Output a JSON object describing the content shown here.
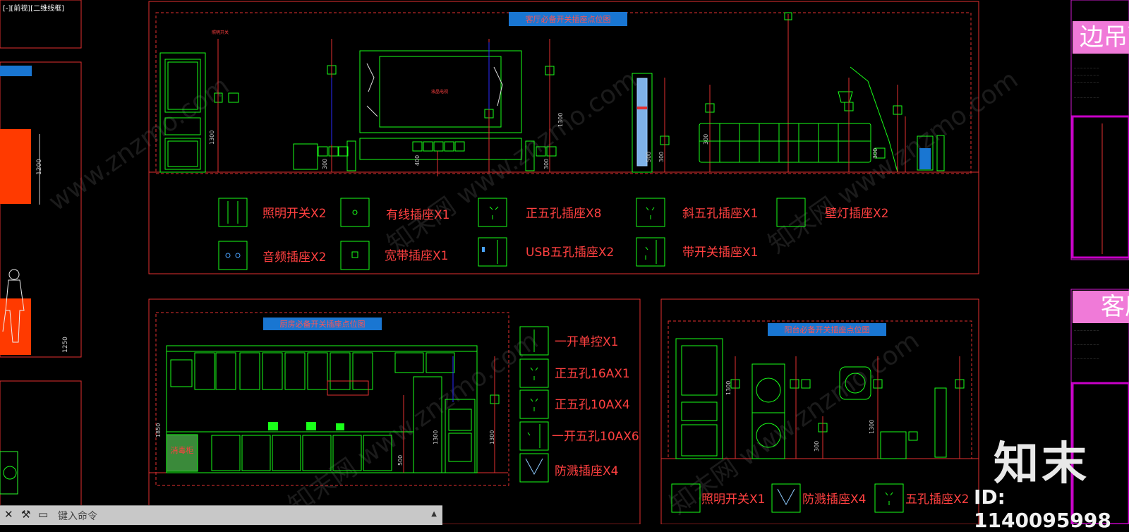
{
  "viewport_label": "[-][前视][二维线框]",
  "panels": {
    "living": {
      "title": "客厅必备开关插座点位图",
      "door_switch": "照明开关",
      "dims": [
        "1300",
        "300",
        "400",
        "300",
        "1300",
        "300",
        "500",
        "300",
        "300"
      ],
      "legend": [
        {
          "label": "照明开关X2",
          "icon": "switch-2gang-icon"
        },
        {
          "label": "有线插座X1",
          "icon": "tv-socket-icon"
        },
        {
          "label": "正五孔插座X8",
          "icon": "five-hole-socket-icon"
        },
        {
          "label": "斜五孔插座X1",
          "icon": "slanted-socket-icon"
        },
        {
          "label": "壁灯插座X2",
          "icon": "blank-plate-icon"
        },
        {
          "label": "音频插座X2",
          "icon": "audio-socket-icon"
        },
        {
          "label": "宽带插座X1",
          "icon": "network-socket-icon"
        },
        {
          "label": "USB五孔插座X2",
          "icon": "usb-socket-icon"
        },
        {
          "label": "带开关插座X1",
          "icon": "switched-socket-icon"
        }
      ]
    },
    "kitchen": {
      "title": "厨房必备开关插座点位图",
      "disinfect_label": "消毒柜",
      "dims": [
        "1850",
        "500",
        "1300",
        "1300"
      ],
      "legend": [
        {
          "label": "一开单控X1",
          "icon": "single-switch-icon"
        },
        {
          "label": "正五孔16AX1",
          "icon": "five-hole-16a-icon"
        },
        {
          "label": "正五孔10AX4",
          "icon": "five-hole-10a-icon"
        },
        {
          "label": "一开五孔10AX6",
          "icon": "switched-10a-icon"
        },
        {
          "label": "防溅插座X4",
          "icon": "splash-proof-icon"
        }
      ]
    },
    "balcony": {
      "title": "阳台必备开关插座点位图",
      "dims": [
        "1300",
        "1300",
        "300"
      ],
      "legend": [
        {
          "label": "照明开关X1",
          "icon": "switch-icon"
        },
        {
          "label": "防溅插座X4",
          "icon": "splash-proof-icon"
        },
        {
          "label": "五孔插座X2",
          "icon": "five-hole-socket-icon"
        }
      ]
    },
    "left": {
      "dims": [
        "1200",
        "1250"
      ]
    },
    "right": {
      "header1": "边吊顶",
      "header2": "客厅"
    }
  },
  "command_line": {
    "placeholder": "键入命令"
  },
  "watermark": {
    "logo": "知末",
    "id": "ID: 1140095998"
  },
  "colors": {
    "frame": "#e43030",
    "line": "#19ff19",
    "label": "#ff4040",
    "blue": "#1976d2",
    "magenta": "#c800c8"
  }
}
